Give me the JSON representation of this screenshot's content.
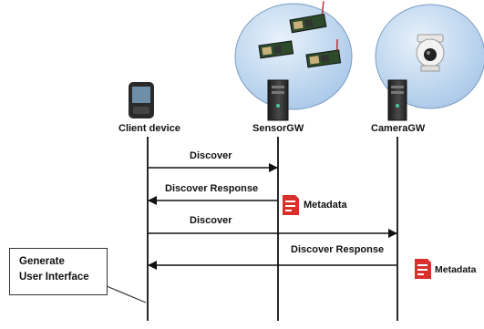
{
  "participants": {
    "client": "Client device",
    "sensor_gw": "SensorGW",
    "camera_gw": "CameraGW"
  },
  "messages": [
    {
      "label": "Discover",
      "from": "Client device",
      "to": "SensorGW"
    },
    {
      "label": "Discover Response",
      "from": "SensorGW",
      "to": "Client device"
    },
    {
      "label": "Discover",
      "from": "Client device",
      "to": "CameraGW"
    },
    {
      "label": "Discover Response",
      "from": "CameraGW",
      "to": "Client device"
    }
  ],
  "metadata_labels": [
    "Metadata",
    "Metadata"
  ],
  "note": {
    "line1": "Generate",
    "line2": "User Interface"
  },
  "icons": [
    "pda-icon",
    "server-icon",
    "sensor-board-icon",
    "camera-icon",
    "document-icon"
  ],
  "colors": {
    "bubble": "#bcd6f0",
    "metadata_icon": "#d9302b"
  }
}
